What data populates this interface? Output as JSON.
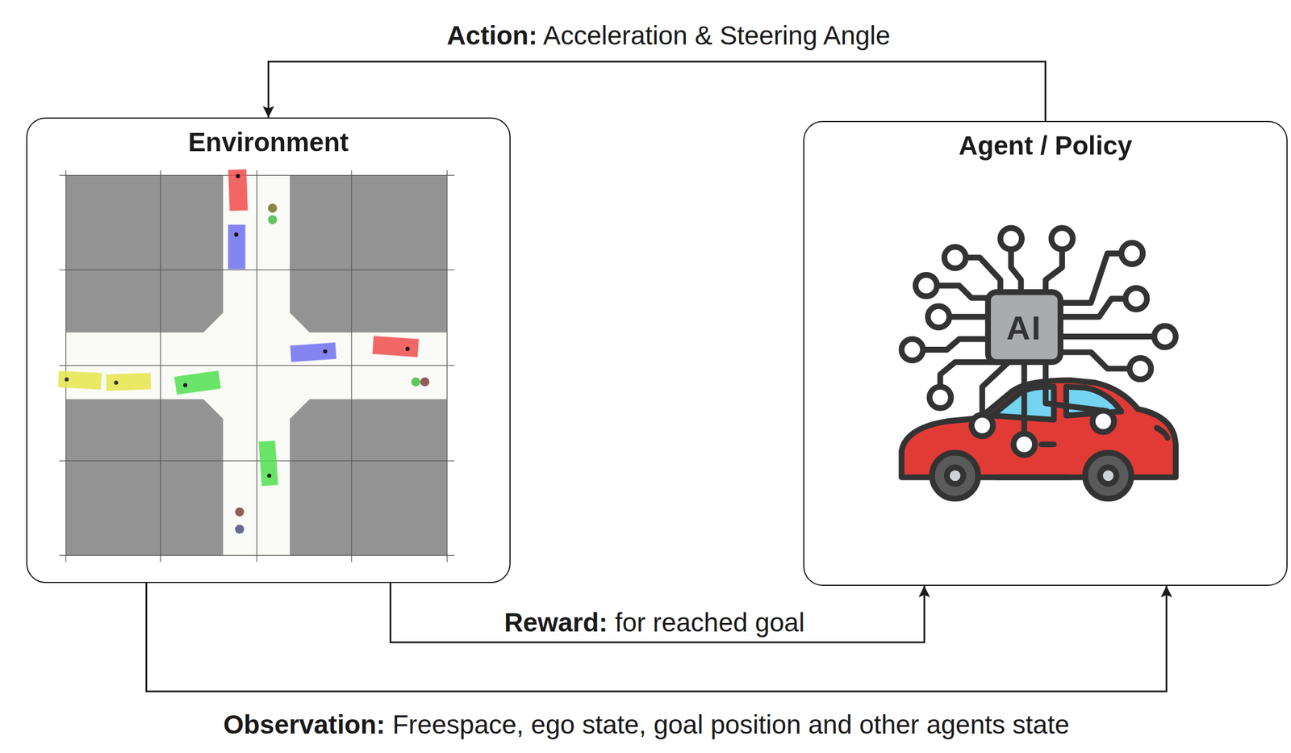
{
  "diagram": {
    "nodes": [
      {
        "text": [
          "Environment"
        ]
      },
      {
        "text": [
          "Agent / Policy"
        ]
      }
    ],
    "edges": [
      {
        "from": 1,
        "to": 0,
        "arrow": "to",
        "label": "Action: Acceleration & Steering Angle"
      },
      {
        "from": 0,
        "to": 1,
        "arrow": "to",
        "label": "Reward: for reached goal"
      },
      {
        "from": 0,
        "to": 1,
        "arrow": "to",
        "label": "Observation: Freespace, ego state, goal position and other agents state"
      }
    ],
    "labels": [
      "AI"
    ]
  }
}
